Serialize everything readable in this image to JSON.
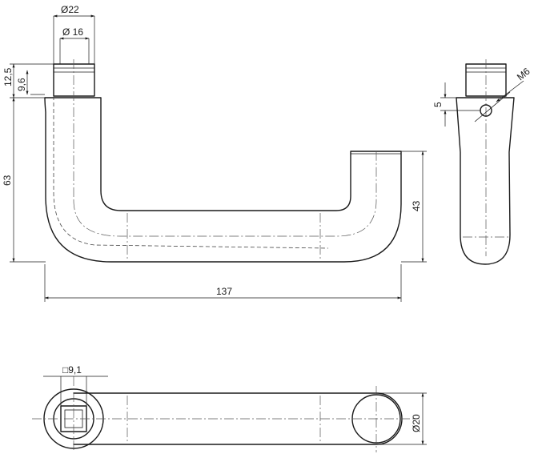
{
  "drawing": {
    "dimensions": {
      "outer_diameter": "Ø22",
      "inner_diameter": "Ø 16",
      "collar_height": "12,5",
      "collar_inner_height": "9,6",
      "total_height": "63",
      "grip_height": "43",
      "total_length": "137",
      "thread": "M6",
      "screw_offset": "5",
      "square_hole": "□9,1",
      "grip_diameter": "Ø20"
    }
  }
}
